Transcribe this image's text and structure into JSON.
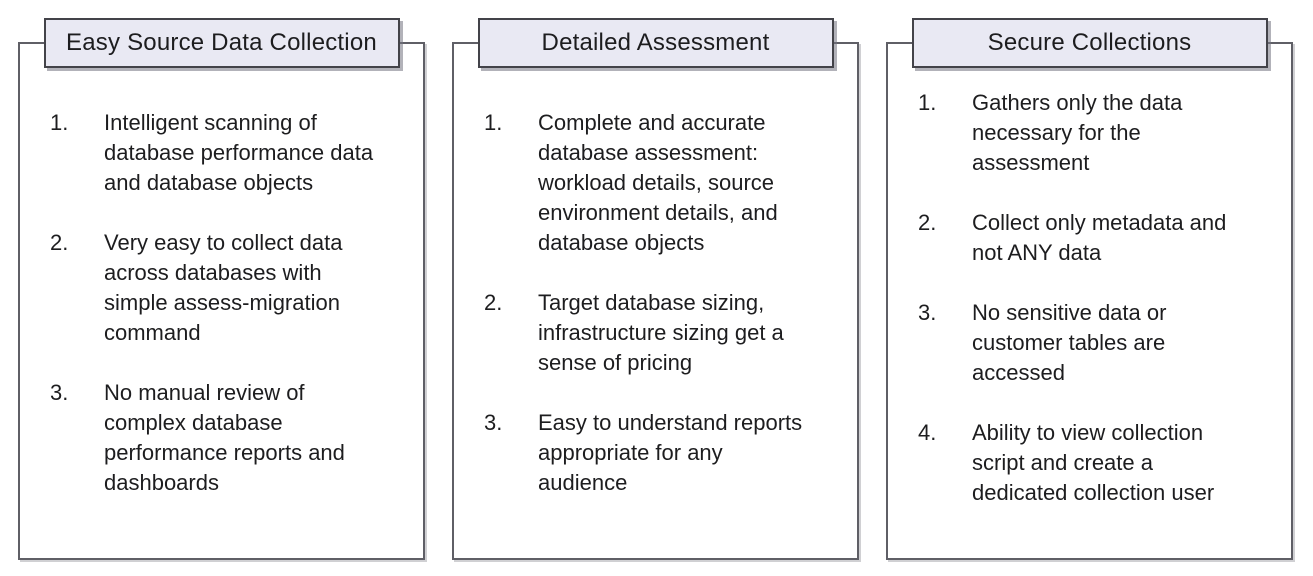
{
  "canvas": {
    "background_color": "#ffffff",
    "text_color": "#1d1d1f",
    "tab_fill_color": "#e9e9f3",
    "tab_border_color": "#434349",
    "panel_border_color": "#5f5f66"
  },
  "panels": [
    {
      "title": "Easy Source Data Collection",
      "items": [
        {
          "number": "1.",
          "text": "Intelligent scanning of\ndatabase performance data\nand database objects"
        },
        {
          "number": "2.",
          "text": "Very easy to collect data\nacross databases with\nsimple assess-migration\ncommand"
        },
        {
          "number": "3.",
          "text": "No manual review of\ncomplex database\nperformance reports and\ndashboards"
        }
      ]
    },
    {
      "title": "Detailed Assessment",
      "items": [
        {
          "number": "1.",
          "text": "Complete and accurate\ndatabase assessment:\nworkload details, source\nenvironment details, and\ndatabase objects"
        },
        {
          "number": "2.",
          "text": "Target database sizing,\ninfrastructure sizing get a\nsense of pricing"
        },
        {
          "number": "3.",
          "text": "Easy to understand reports\nappropriate for any\naudience"
        }
      ]
    },
    {
      "title": "Secure Collections",
      "items": [
        {
          "number": "1.",
          "text": "Gathers only the data\nnecessary for the\nassessment"
        },
        {
          "number": "2.",
          "text": "Collect only metadata and\nnot ANY data"
        },
        {
          "number": "3.",
          "text": "No sensitive data or\ncustomer tables are\naccessed"
        },
        {
          "number": "4.",
          "text": "Ability to view collection\nscript and create a\ndedicated collection user"
        }
      ]
    }
  ]
}
